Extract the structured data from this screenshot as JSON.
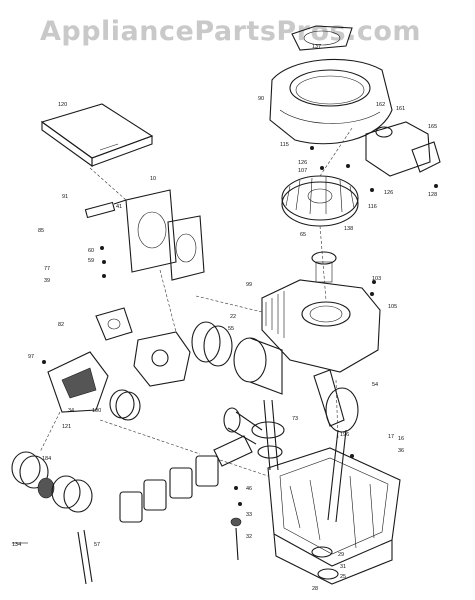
{
  "watermark": "AppliancePartsPros.com",
  "labels": [
    {
      "id": "p1",
      "text": "120"
    },
    {
      "id": "p2",
      "text": "137"
    },
    {
      "id": "p3",
      "text": "90"
    },
    {
      "id": "p4",
      "text": "161"
    },
    {
      "id": "p5",
      "text": "162"
    },
    {
      "id": "p6",
      "text": "165"
    },
    {
      "id": "p7",
      "text": "128"
    },
    {
      "id": "p8",
      "text": "115"
    },
    {
      "id": "p9",
      "text": "126"
    },
    {
      "id": "p10",
      "text": "107"
    },
    {
      "id": "p11",
      "text": "138"
    },
    {
      "id": "p12",
      "text": "116"
    },
    {
      "id": "p13",
      "text": "126"
    },
    {
      "id": "p14",
      "text": "10"
    },
    {
      "id": "p15",
      "text": "41"
    },
    {
      "id": "p16",
      "text": "91"
    },
    {
      "id": "p17",
      "text": "85"
    },
    {
      "id": "p18",
      "text": "60"
    },
    {
      "id": "p19",
      "text": "59"
    },
    {
      "id": "p20",
      "text": "77"
    },
    {
      "id": "p21",
      "text": "39"
    },
    {
      "id": "p22",
      "text": "82"
    },
    {
      "id": "p23",
      "text": "97"
    },
    {
      "id": "p24",
      "text": "34"
    },
    {
      "id": "p25",
      "text": "121"
    },
    {
      "id": "p26",
      "text": "100"
    },
    {
      "id": "p27",
      "text": "184"
    },
    {
      "id": "p28",
      "text": "134"
    },
    {
      "id": "p29",
      "text": "57"
    },
    {
      "id": "p30",
      "text": "73"
    },
    {
      "id": "p31",
      "text": "54"
    },
    {
      "id": "p32",
      "text": "103"
    },
    {
      "id": "p33",
      "text": "105"
    },
    {
      "id": "p34",
      "text": "65"
    },
    {
      "id": "p35",
      "text": "196"
    },
    {
      "id": "p36",
      "text": "99"
    },
    {
      "id": "p37",
      "text": "22"
    },
    {
      "id": "p38",
      "text": "55"
    },
    {
      "id": "p39",
      "text": "36"
    },
    {
      "id": "p40",
      "text": "46"
    },
    {
      "id": "p41",
      "text": "33"
    },
    {
      "id": "p42",
      "text": "32"
    },
    {
      "id": "p43",
      "text": "17"
    },
    {
      "id": "p44",
      "text": "16"
    },
    {
      "id": "p45",
      "text": "29"
    },
    {
      "id": "p46",
      "text": "31"
    },
    {
      "id": "p47",
      "text": "25"
    },
    {
      "id": "p48",
      "text": "28"
    }
  ]
}
